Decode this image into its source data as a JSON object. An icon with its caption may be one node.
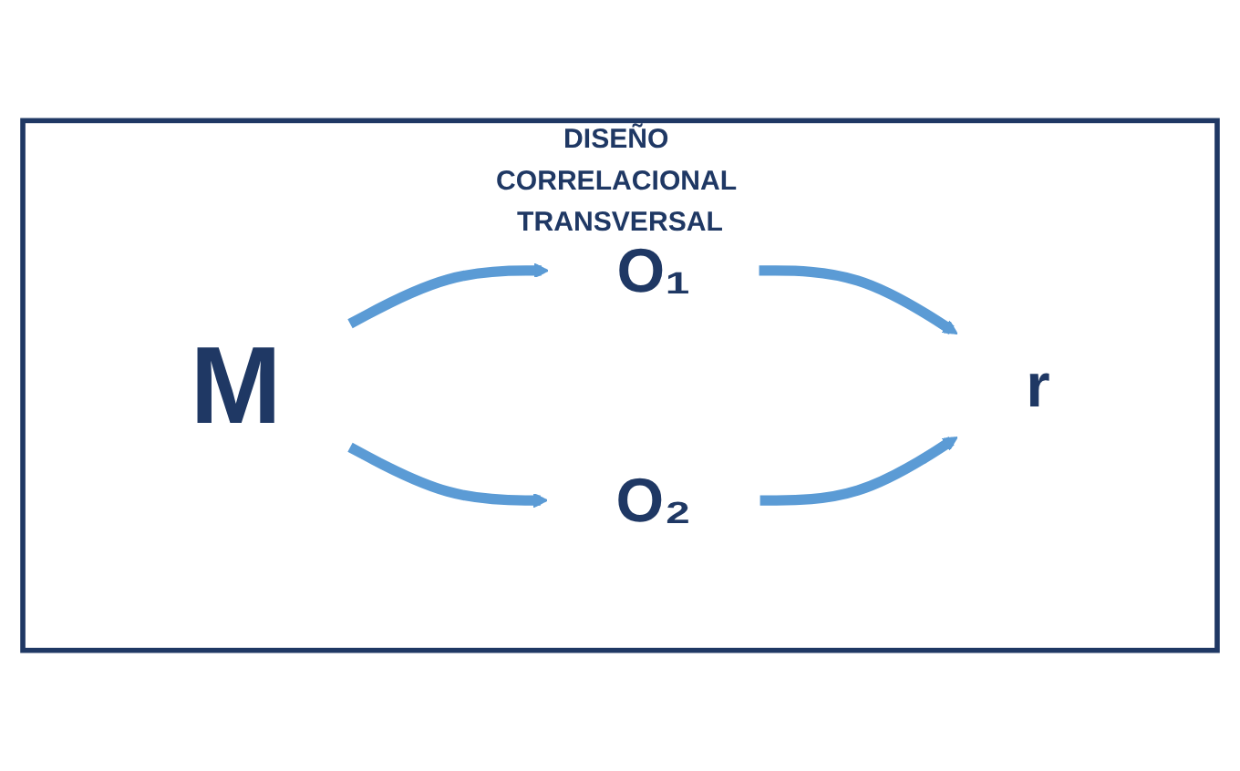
{
  "diagram": {
    "nodes": [
      {
        "text": [
          "DISEÑO CORRELACIONAL TRANSVERSAL"
        ]
      },
      {
        "text": [
          "M"
        ],
        "in": 0
      },
      {
        "text": [
          "O₁"
        ],
        "in": 0
      },
      {
        "text": [
          "r"
        ],
        "in": 0
      },
      {
        "text": [
          "O₂"
        ],
        "in": 0
      }
    ],
    "edges": [
      {
        "from": 1,
        "to": 2,
        "arrow": "to"
      },
      {
        "from": 1,
        "to": 4,
        "arrow": "to"
      },
      {
        "from": 2,
        "to": 3,
        "arrow": "to"
      },
      {
        "from": 4,
        "to": 3,
        "arrow": "to"
      }
    ]
  }
}
